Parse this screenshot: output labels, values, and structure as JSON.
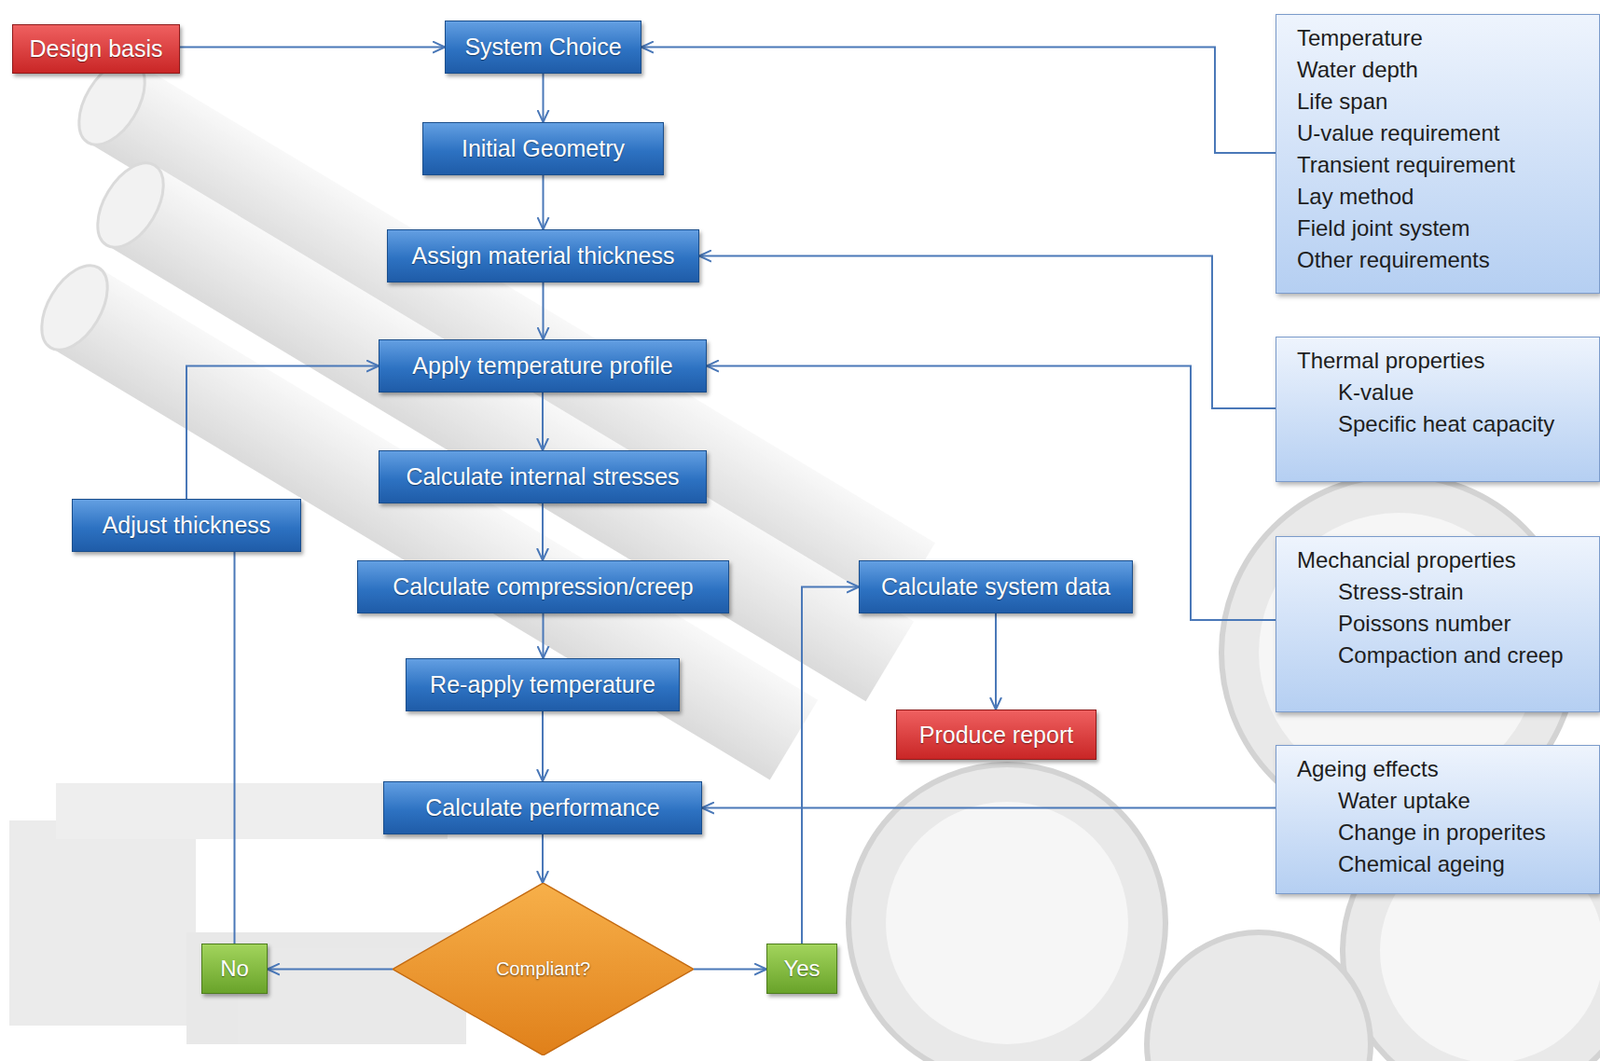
{
  "diagram": {
    "nodes": [
      {
        "text": [
          "Design basis"
        ]
      },
      {
        "text": [
          "System Choice"
        ]
      },
      {
        "text": [
          "Initial Geometry"
        ]
      },
      {
        "text": [
          "Assign material thickness"
        ]
      },
      {
        "text": [
          "Apply temperature profile"
        ]
      },
      {
        "text": [
          "Calculate internal stresses"
        ]
      },
      {
        "text": [
          "Adjust thickness"
        ]
      },
      {
        "text": [
          "Calculate compression/creep"
        ]
      },
      {
        "text": [
          "Calculate system data"
        ]
      },
      {
        "text": [
          "Re-apply temperature"
        ]
      },
      {
        "text": [
          "Produce report"
        ]
      },
      {
        "text": [
          "Calculate performance"
        ]
      },
      {
        "text": [
          "Compliant?"
        ]
      },
      {
        "text": [
          "No"
        ]
      },
      {
        "text": [
          "Yes"
        ]
      },
      {
        "text": [
          "Temperature",
          "Water depth",
          "Life span",
          "U-value requirement",
          "Transient requirement",
          "Lay method",
          "Field joint system",
          "Other requirements"
        ]
      },
      {
        "text": [
          "Thermal properties",
          "K-value",
          "Specific heat capacity"
        ]
      },
      {
        "text": [
          "Mechancial properties",
          "Stress-strain",
          "Poissons number",
          "Compaction and creep"
        ]
      },
      {
        "text": [
          "Ageing effects",
          "Water uptake",
          "Change in properites",
          "Chemical ageing"
        ]
      }
    ],
    "edges": [
      {
        "from": 0,
        "to": 1,
        "arrow": "to"
      },
      {
        "from": 1,
        "to": 2,
        "arrow": "to"
      },
      {
        "from": 2,
        "to": 3,
        "arrow": "to"
      },
      {
        "from": 3,
        "to": 4,
        "arrow": "to"
      },
      {
        "from": 4,
        "to": 5,
        "arrow": "to"
      },
      {
        "from": 5,
        "to": 7,
        "arrow": "to"
      },
      {
        "from": 7,
        "to": 9,
        "arrow": "to"
      },
      {
        "from": 9,
        "to": 11,
        "arrow": "to"
      },
      {
        "from": 11,
        "to": 12,
        "arrow": "to"
      },
      {
        "from": 12,
        "to": 13,
        "arrow": "to"
      },
      {
        "from": 12,
        "to": 14,
        "arrow": "to"
      },
      {
        "from": 13,
        "to": 6,
        "arrow": "none"
      },
      {
        "from": 6,
        "to": 4,
        "arrow": "to"
      },
      {
        "from": 14,
        "to": 8,
        "arrow": "to"
      },
      {
        "from": 8,
        "to": 10,
        "arrow": "to"
      },
      {
        "from": 15,
        "to": 1,
        "arrow": "to"
      },
      {
        "from": 16,
        "to": 3,
        "arrow": "to"
      },
      {
        "from": 17,
        "to": 4,
        "arrow": "to"
      },
      {
        "from": 18,
        "to": 11,
        "arrow": "to"
      }
    ]
  }
}
